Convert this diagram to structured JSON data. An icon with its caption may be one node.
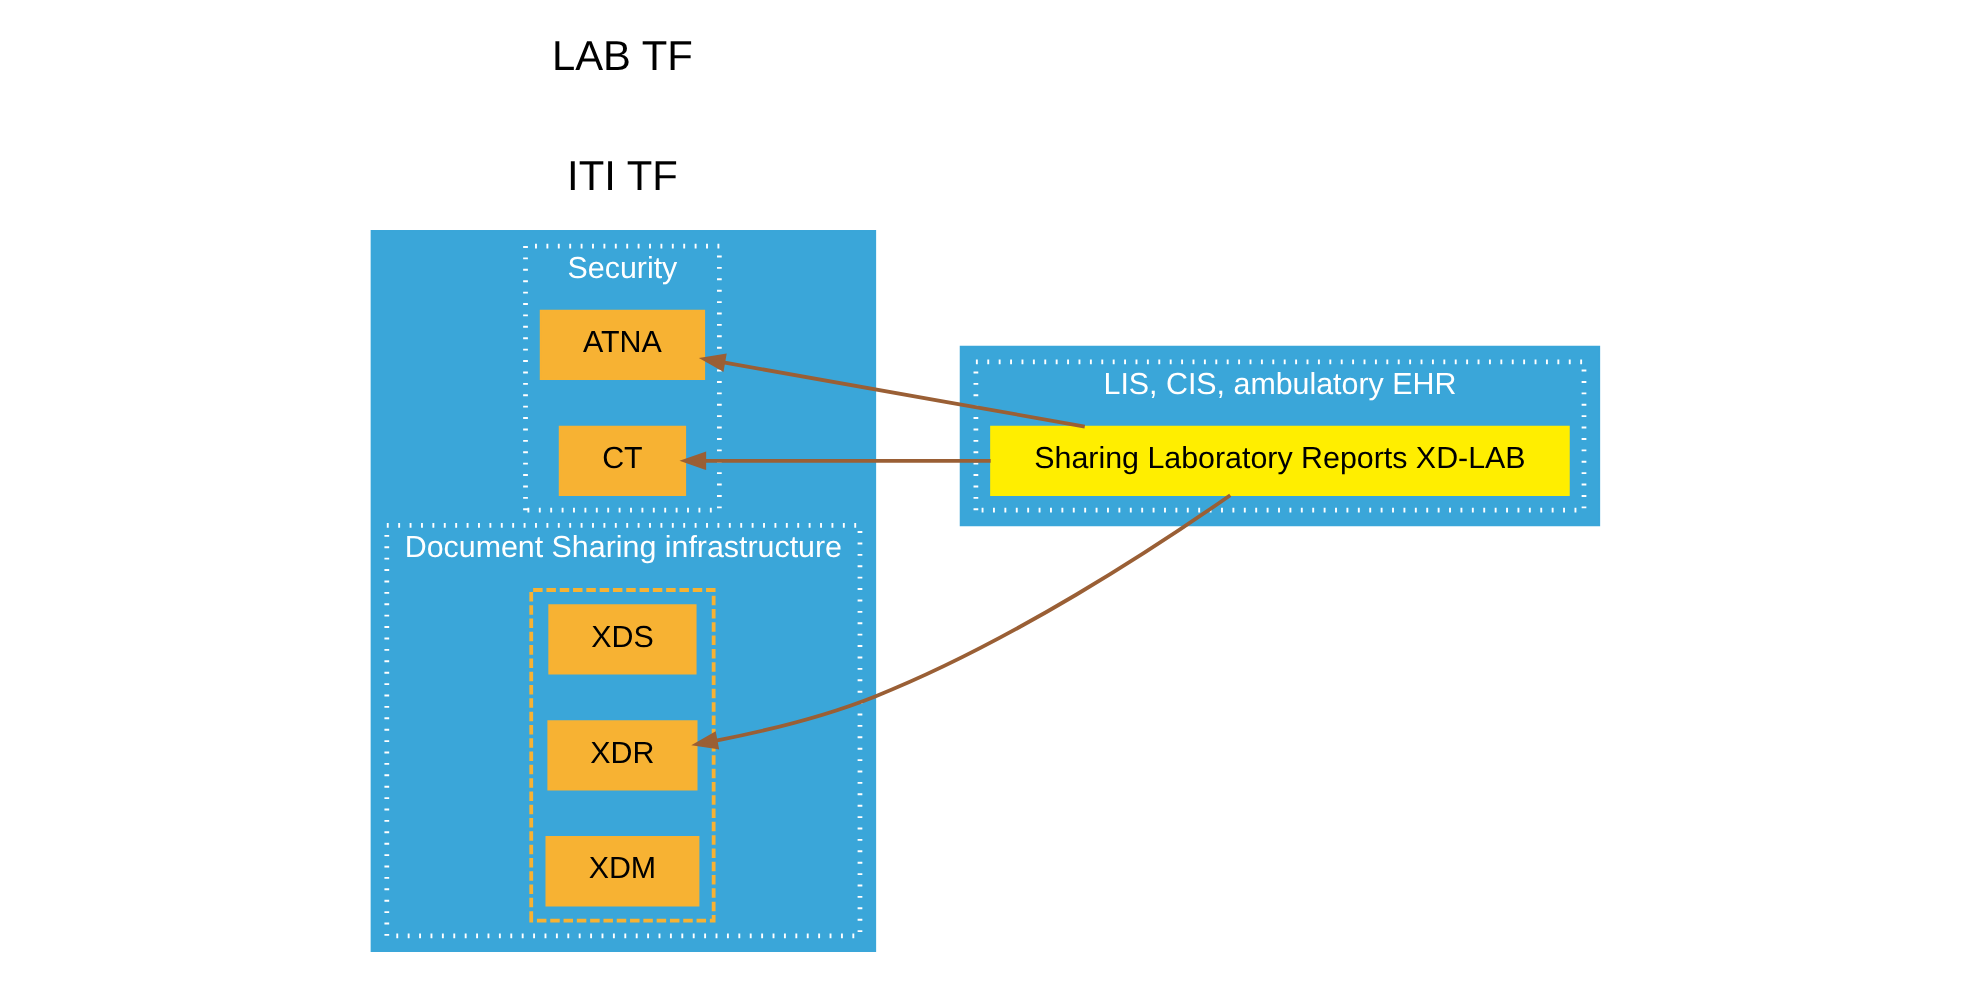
{
  "diagram": {
    "nodes": [
      {
        "text": [],
        "shape": "box"
      },
      {
        "text": [
          "Security"
        ],
        "in": 0
      },
      {
        "text": [
          "ATNA"
        ],
        "in": 1
      },
      {
        "text": [
          "CT"
        ],
        "in": 1
      },
      {
        "text": [
          "Document Sharing infrastructure"
        ],
        "in": 0
      },
      {
        "text": [],
        "shape": "box",
        "in": 4
      },
      {
        "text": [
          "XDS"
        ],
        "in": 5
      },
      {
        "text": [
          "XDR"
        ],
        "in": 5
      },
      {
        "text": [
          "XDM"
        ],
        "in": 5
      },
      {
        "text": [],
        "shape": "box"
      },
      {
        "text": [
          "LIS, CIS, ambulatory EHR"
        ],
        "in": 9
      },
      {
        "text": [
          "Sharing Laboratory Reports XD-LAB"
        ],
        "in": 10
      }
    ],
    "edges": [
      {
        "from": 11,
        "to": 2,
        "arrow": "to"
      },
      {
        "from": 11,
        "to": 3,
        "arrow": "to"
      },
      {
        "from": 11,
        "to": 7,
        "arrow": "to"
      }
    ],
    "labels": [
      "ITI TF",
      "LAB TF"
    ]
  }
}
